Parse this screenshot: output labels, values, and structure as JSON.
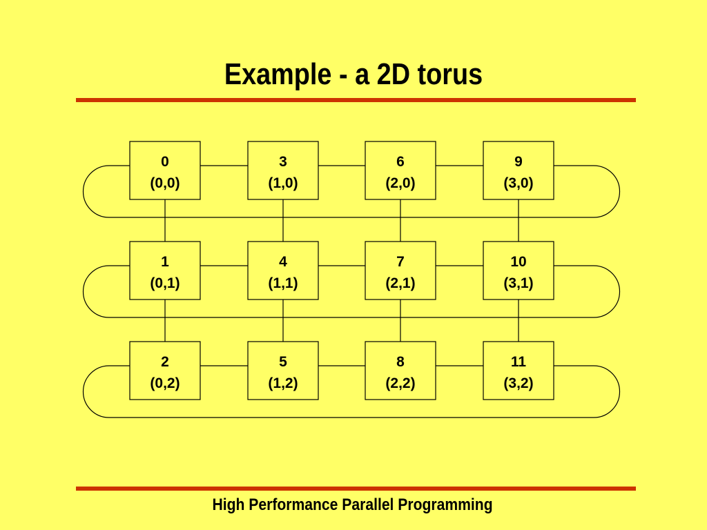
{
  "slide": {
    "title": "Example - a 2D torus",
    "footer": "High Performance Parallel Programming"
  },
  "colors": {
    "background": "#FFFF66",
    "rule": "#CC3300",
    "line": "#000000",
    "text": "#000000"
  },
  "diagram": {
    "type": "2d-torus",
    "columns": 4,
    "rows": 3,
    "nodes": [
      {
        "id": "0",
        "coord": "(0,0)",
        "col": 0,
        "row": 0
      },
      {
        "id": "3",
        "coord": "(1,0)",
        "col": 1,
        "row": 0
      },
      {
        "id": "6",
        "coord": "(2,0)",
        "col": 2,
        "row": 0
      },
      {
        "id": "9",
        "coord": "(3,0)",
        "col": 3,
        "row": 0
      },
      {
        "id": "1",
        "coord": "(0,1)",
        "col": 0,
        "row": 1
      },
      {
        "id": "4",
        "coord": "(1,1)",
        "col": 1,
        "row": 1
      },
      {
        "id": "7",
        "coord": "(2,1)",
        "col": 2,
        "row": 1
      },
      {
        "id": "10",
        "coord": "(3,1)",
        "col": 3,
        "row": 1
      },
      {
        "id": "2",
        "coord": "(0,2)",
        "col": 0,
        "row": 2
      },
      {
        "id": "5",
        "coord": "(1,2)",
        "col": 1,
        "row": 2
      },
      {
        "id": "8",
        "coord": "(2,2)",
        "col": 2,
        "row": 2
      },
      {
        "id": "11",
        "coord": "(3,2)",
        "col": 3,
        "row": 2
      }
    ],
    "wraparound_rows": true,
    "wraparound_columns": false
  }
}
